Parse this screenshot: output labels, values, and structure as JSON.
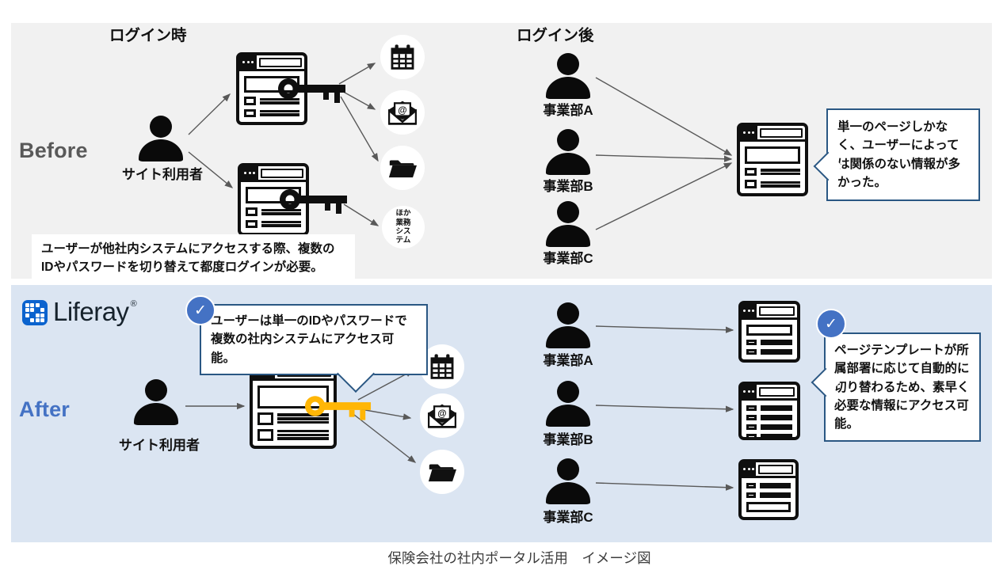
{
  "caption": "保険会社の社内ポータル活用　イメージ図",
  "icons": {
    "check": "✓",
    "at_sign": "@",
    "registered": "®"
  },
  "colors": {
    "before_bg": "#F1F1F1",
    "after_bg": "#DBE5F2",
    "accent_blue": "#4472C4",
    "bubble_border": "#2A5783",
    "liferay_blue": "#0B63CE",
    "key_black": "#0f0f0f",
    "key_gold": "#FFB606",
    "arrow": "#595959",
    "before_label": "#595959"
  },
  "before": {
    "section_label": "Before",
    "heading_login_time": "ログイン時",
    "heading_login_after": "ログイン後",
    "site_user": "サイト利用者",
    "other_system": "ほか\n業務\nシス\nテム",
    "note": "ユーザーが他社内システムにアクセスする際、複数のIDやパスワードを切り替えて都度ログインが必要。",
    "bubble": "単一のページしかなく、ユーザーによっては関係のない情報が多かった。",
    "divisions": [
      "事業部A",
      "事業部B",
      "事業部C"
    ]
  },
  "after": {
    "section_label": "After",
    "brand": "Liferay",
    "site_user": "サイト利用者",
    "bubble_sso": "ユーザーは単一のIDやパスワードで複数の社内システムにアクセス可能。",
    "bubble_template": "ページテンプレートが所属部署に応じて自動的に切り替わるため、素早く必要な情報にアクセス可能。",
    "divisions": [
      "事業部A",
      "事業部B",
      "事業部C"
    ]
  }
}
